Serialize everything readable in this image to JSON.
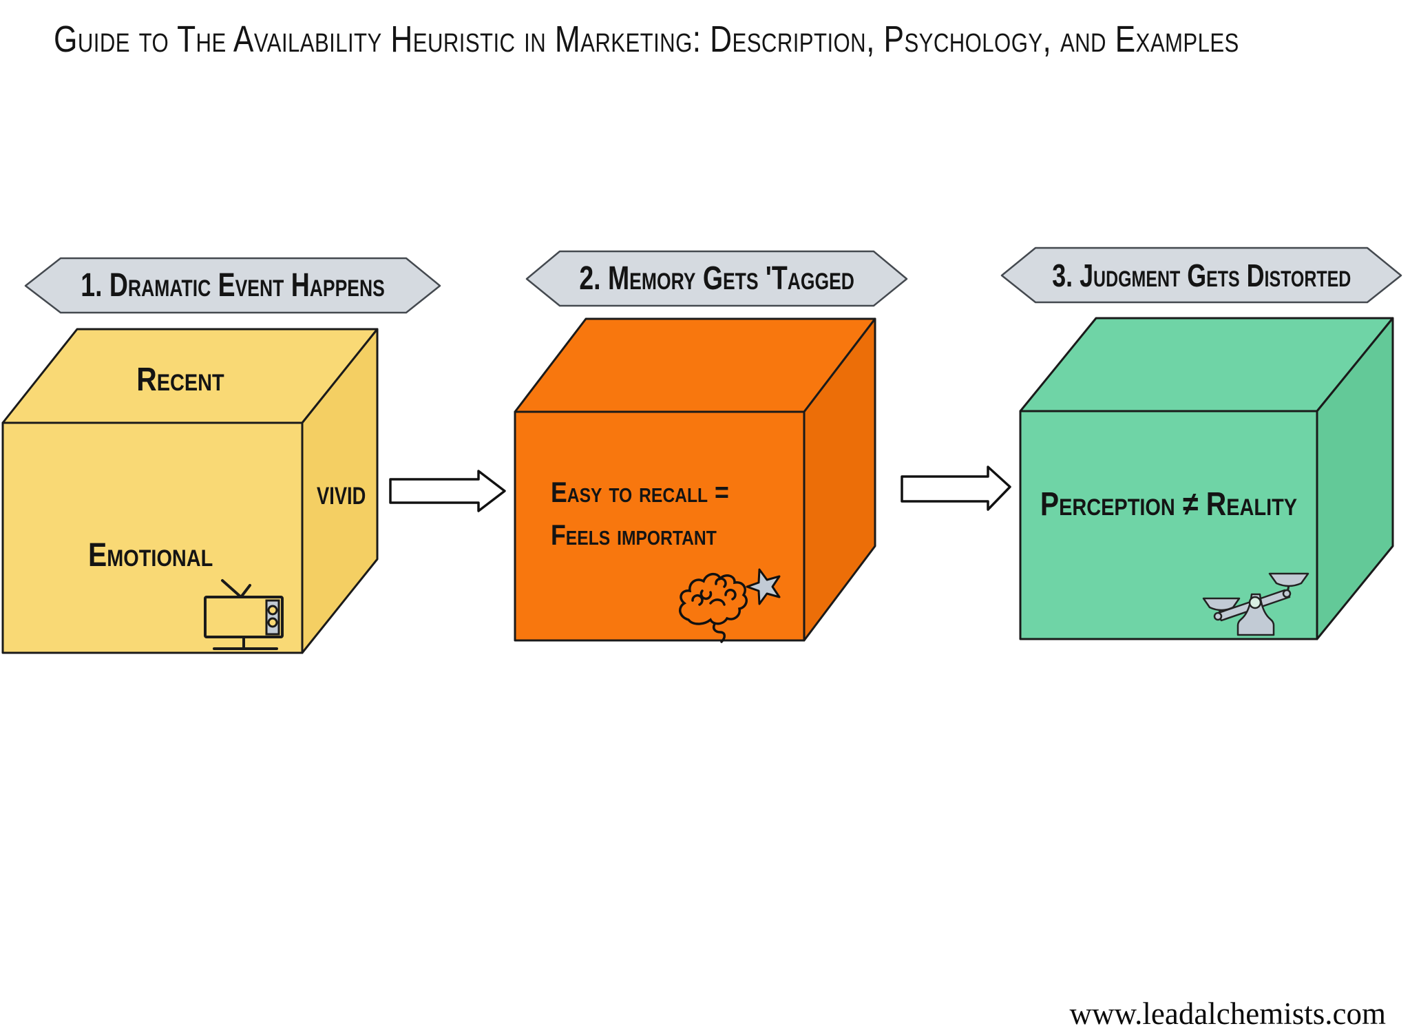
{
  "page": {
    "title": "Guide to The Availability Heuristic in Marketing: Description, Psychology, and Examples",
    "footer_url": "www.leadalchemists.com"
  },
  "colors": {
    "background": "#FFFFFF",
    "outline": "#1A1A1A",
    "banner_fill": "#D5DAE0",
    "banner_border": "#44494F",
    "box1_fill": "#F9D975",
    "box1_side": "#F4CF63",
    "box2_fill": "#F8770E",
    "box2_side": "#EC6E08",
    "box3_fill": "#6FD4A6",
    "box3_side": "#63C998",
    "icon_gray": "#C2CBD5",
    "icon_hole": "#D9EFE3",
    "arrow_fill": "#FFFFFF"
  },
  "steps": [
    {
      "banner_label": "1. Dramatic Event Happens",
      "box_top_label": "Recent",
      "box_front_label": "Emotional",
      "box_side_label": "vivid",
      "icon": "tv-icon"
    },
    {
      "banner_label": "2. Memory Gets 'Tagged",
      "box_front_line1": "Easy to recall =",
      "box_front_line2": "Feels important",
      "icon": "brain-star-icon"
    },
    {
      "banner_label": "3. Judgment Gets Distorted",
      "box_front_label": "Perception ≠ Reality",
      "icon": "balance-scale-icon"
    }
  ]
}
